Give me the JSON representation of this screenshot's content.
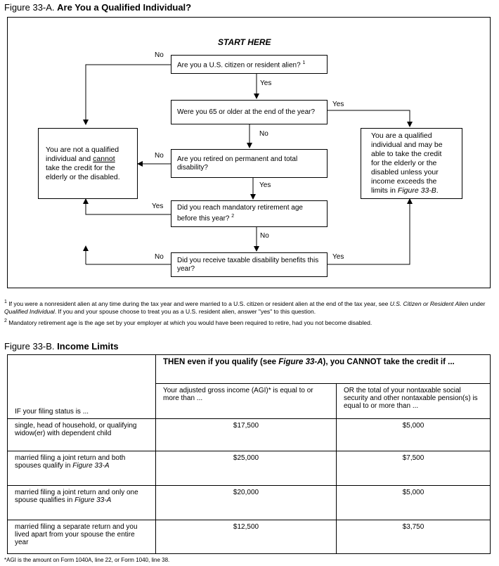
{
  "figure_a": {
    "label": "Figure 33-A.",
    "title": "Are You a Qualified Individual?",
    "start": "START HERE",
    "q1": "Are you a U.S. citizen or resident alien?",
    "q1_sup": "1",
    "q2": "Were you 65 or older at the end of the year?",
    "q3": "Are you retired on permanent and total disability?",
    "q4": "Did you reach mandatory retirement age before this year?",
    "q4_sup": "2",
    "q5": "Did you receive taxable disability benefits this year?",
    "not_qualified_a": "You are not a qualified individual and ",
    "not_qualified_cannot": "cannot",
    "not_qualified_b": " take the credit for the elderly or the disabled.",
    "qualified_a": "You are a qualified individual and may be able to take the credit for the elderly or the disabled unless your income exceeds the limits in ",
    "qualified_ref": "Figure 33-B",
    "qualified_end": ".",
    "yes": "Yes",
    "no": "No"
  },
  "footnotes": {
    "fn1_num": "1",
    "fn1_a": "If you were a nonresident alien at any time during the tax year and were married to a U.S. citizen or resident alien at the end of the tax year, see ",
    "fn1_ref1": "U.S. Citizen or Resident Alien",
    "fn1_mid": " under ",
    "fn1_ref2": "Qualified Individual",
    "fn1_b": ". If you and your spouse choose to treat you as a U.S. resident alien, answer \"yes\" to this question.",
    "fn2_num": "2",
    "fn2": "Mandatory retirement age is the age set by your employer at which you would have been required to retire, had you not become disabled."
  },
  "figure_b": {
    "label": "Figure 33-B.",
    "title": "Income Limits",
    "then_a": "THEN even if you qualify (see ",
    "then_ref": "Figure 33-A",
    "then_b": "), you CANNOT take the credit if ...",
    "col_status": "IF your filing status is ...",
    "col_agi": "Your adjusted gross income (AGI)* is equal to or more than ...",
    "col_nontax": "OR the total of your nontaxable social security and other nontaxable pension(s) is equal to or more than ...",
    "rows": [
      {
        "status": "single, head of household, or qualifying widow(er) with dependent child",
        "status_ref": "",
        "agi": "$17,500",
        "nontax": "$5,000"
      },
      {
        "status": "married filing a joint return and both spouses qualify in ",
        "status_ref": "Figure 33-A",
        "agi": "$25,000",
        "nontax": "$7,500"
      },
      {
        "status": "married filing a joint return and only one spouse qualifies in ",
        "status_ref": "Figure 33-A",
        "agi": "$20,000",
        "nontax": "$5,000"
      },
      {
        "status": "married filing a separate return and you lived apart from your spouse the entire year",
        "status_ref": "",
        "agi": "$12,500",
        "nontax": "$3,750"
      }
    ],
    "agi_note": "*AGI is the amount on Form 1040A, line 22, or Form 1040, line 38."
  }
}
